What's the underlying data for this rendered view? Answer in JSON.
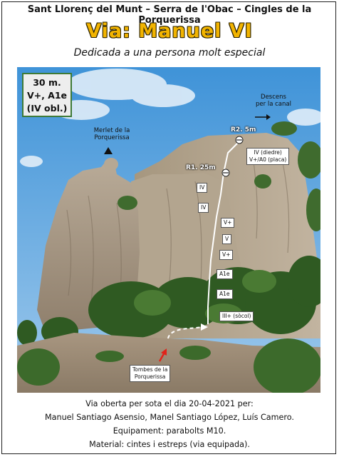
{
  "header": {
    "location": "Sant Llorenç del Munt – Serra de l'Obac – Cingles de la Porquerissa",
    "route_title": "Via: Manuel VI",
    "dedication": "Dedicada a una persona molt especial"
  },
  "grade_box": {
    "length": "30 m.",
    "grade": "V+, A1e",
    "obligatory": "(IV obl.)"
  },
  "topo": {
    "merlet_label_line1": "Merlet de la",
    "merlet_label_line2": "Porquerissa",
    "descens_label_line1": "Descens",
    "descens_label_line2": "per la canal",
    "r2_label": "R2. 5m",
    "r1_label": "R1. 25m",
    "r2_pitch_line1": "IV (diedre)",
    "r2_pitch_line2": "V+/A0 (placa)",
    "pitch_grades": [
      "IV",
      "IV",
      "V+",
      "V",
      "V+",
      "A1e",
      "A1e",
      "III+ (sòcol)"
    ],
    "tombes_line1": "Tombes de la",
    "tombes_line2": "Porquerissa",
    "colors": {
      "route_line": "#ffffff",
      "approach_arrow": "#ffffff",
      "tombes_marker": "#e0231a",
      "box_border": "#3e7a36",
      "title": "#f2b400"
    }
  },
  "footer": {
    "line1": "Via oberta per sota el dia 20-04-2021 per:",
    "line2": "Manuel Santiago Asensio, Manel Santiago López, Luís Camero.",
    "line3": "Equipament: parabolts M10.",
    "line4": "Material: cintes i estreps (via equipada)."
  }
}
